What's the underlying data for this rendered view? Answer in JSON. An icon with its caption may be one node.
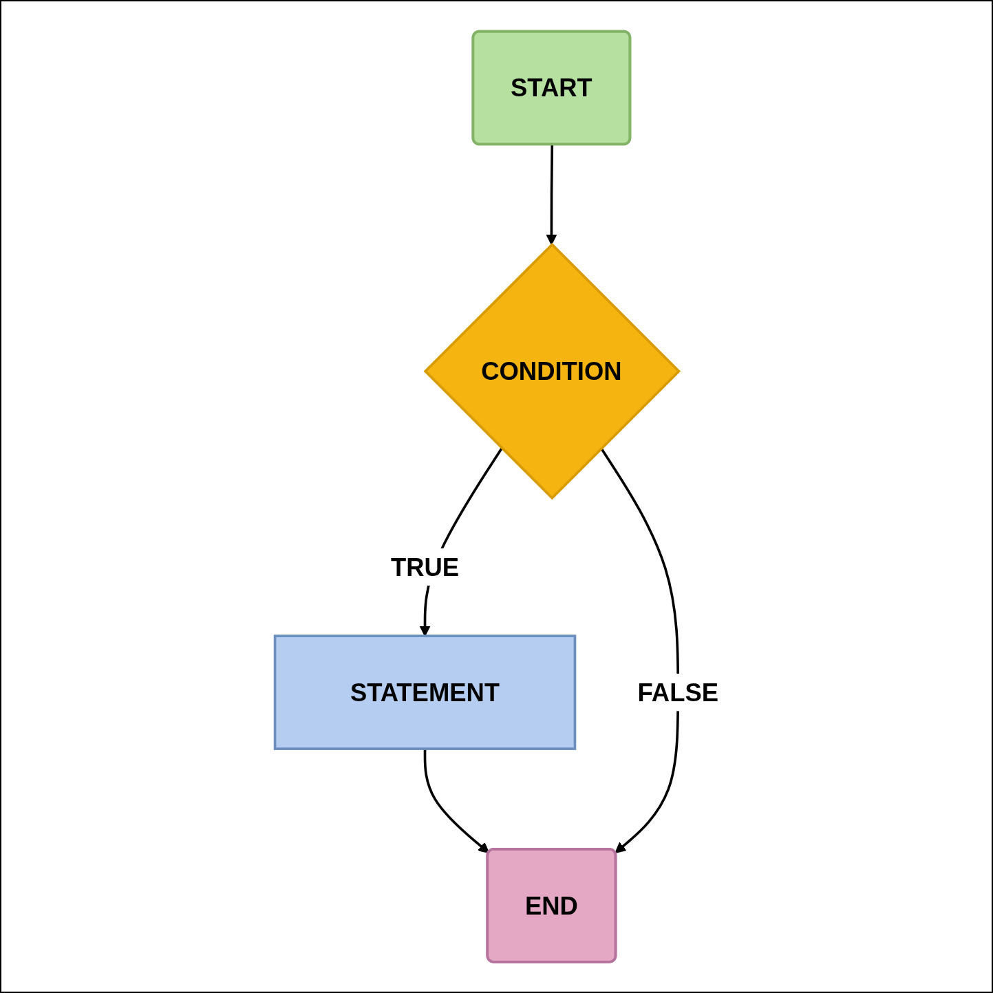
{
  "diagram": {
    "nodes": [
      {
        "text": [
          "START"
        ]
      },
      {
        "text": [
          "CONDITION"
        ]
      },
      {
        "text": [
          "STATEMENT"
        ]
      },
      {
        "text": [
          "END"
        ]
      }
    ],
    "edges": [
      {
        "from": 0,
        "to": 1,
        "arrow": "to"
      },
      {
        "from": 1,
        "to": 2,
        "arrow": "to",
        "label": "TRUE"
      },
      {
        "from": 2,
        "to": 3,
        "arrow": "to"
      },
      {
        "from": 1,
        "to": 3,
        "arrow": "to",
        "label": "FALSE"
      }
    ]
  }
}
